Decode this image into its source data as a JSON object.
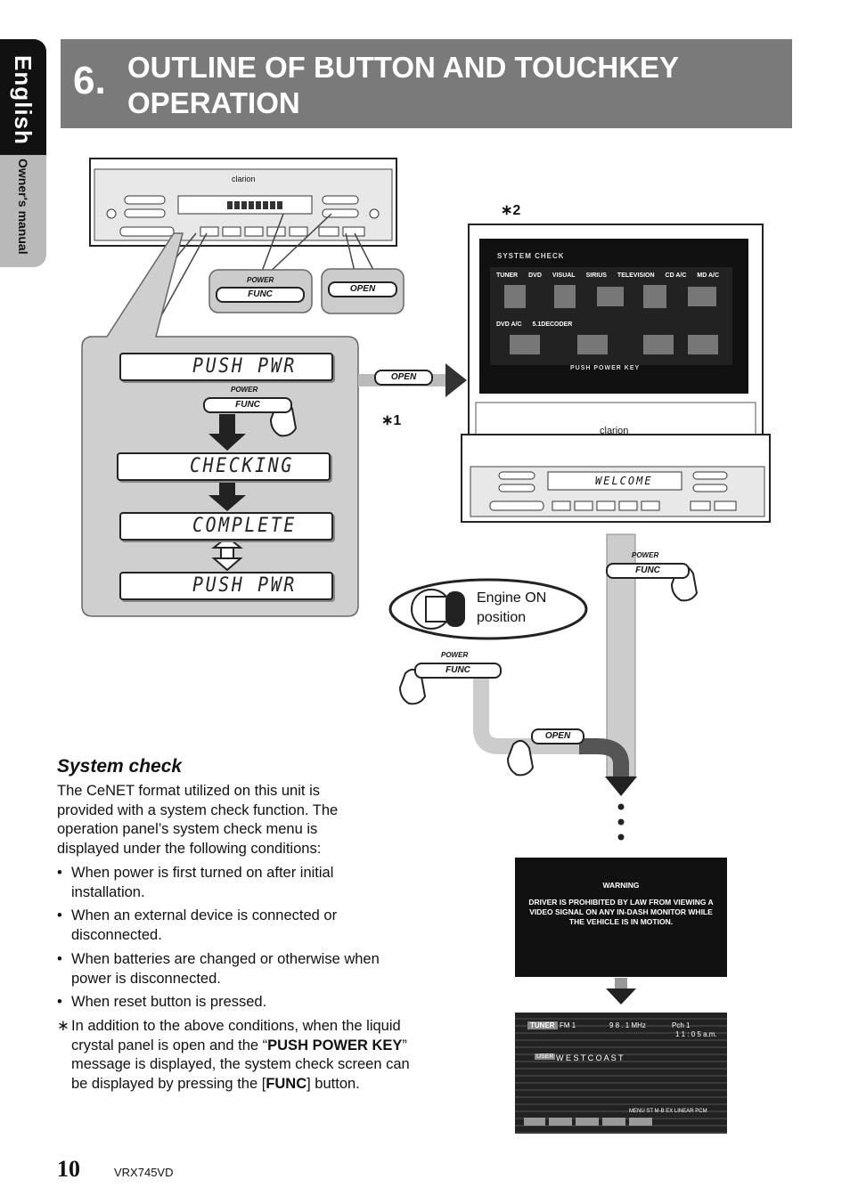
{
  "side_tab": {
    "language": "English",
    "manual": "Owner's manual"
  },
  "header": {
    "number": "6.",
    "title": "OUTLINE OF BUTTON AND TOUCHKEY OPERATION"
  },
  "diagram": {
    "lcd_push_pwr_1": "PUSH PWR",
    "lcd_checking": "CHECKING",
    "lcd_complete": "COMPLETE",
    "lcd_push_pwr_2": "PUSH PWR",
    "lcd_welcome": "WELCOME",
    "power_caption": "POWER",
    "func_label": "FUNC",
    "open_label": "OPEN",
    "note_1": "∗1",
    "note_2": "∗2",
    "brand": "clarion",
    "engine_on": "Engine ON position",
    "system_check_screen": {
      "title": "SYSTEM CHECK",
      "items": [
        "TUNER",
        "DVD",
        "VISUAL",
        "SIRIUS",
        "TELEVISION",
        "CD A/C",
        "MD A/C",
        "DVD A/C",
        "5.1DECODER"
      ],
      "footer": "PUSH POWER KEY"
    },
    "warning_screen": {
      "title": "WARNING",
      "text": "DRIVER IS PROHIBITED BY LAW FROM VIEWING A VIDEO SIGNAL ON ANY IN-DASH MONITOR WHILE THE VEHICLE IS IN MOTION."
    },
    "tuner_screen": {
      "source": "TUNER",
      "band": "FM 1",
      "freq": "9 8 . 1 MHz",
      "preset": "Pch 1",
      "time": "1 1 : 0 5  a.m.",
      "user": "USER",
      "title": "W E S T   C O A S T",
      "menu": "MENU  ST  M-B EX  LINEAR PCM"
    }
  },
  "text": {
    "section_title": "System check",
    "intro": "The CeNET format utilized on this unit is provided with a system check function. The operation panel’s system check menu is displayed under the following conditions:",
    "bullets": [
      "When power is first turned on after initial installation.",
      "When an external device is connected or disconnected.",
      "When batteries are changed or otherwise when power is disconnected.",
      "When reset button is pressed."
    ],
    "note_marker": "∗",
    "note_a": "In addition to the above conditions, when the liquid crystal panel is open and the “",
    "note_bold_1": "PUSH POWER KEY",
    "note_b": "” message is displayed, the system check screen can be displayed by pressing the [",
    "note_bold_2": "FUNC",
    "note_c": "] button."
  },
  "footer": {
    "page": "10",
    "model": "VRX745VD"
  }
}
